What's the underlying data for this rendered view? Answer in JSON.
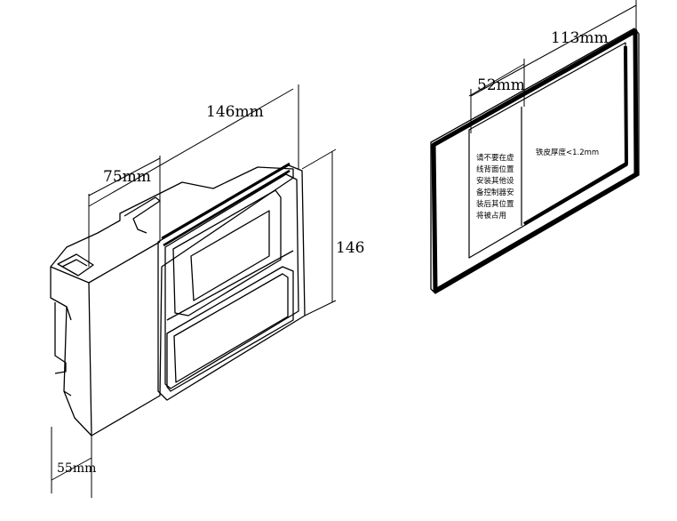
{
  "dimensions": {
    "width_top": "146mm",
    "depth_front": "75mm",
    "height_right": "146",
    "depth_bottom": "55mm",
    "panel_width": "113mm",
    "panel_left": "52mm"
  },
  "panel_note_left": [
    "请不要在虚",
    "线背面位置",
    "安装其他设",
    "备控制器安",
    "装后其位置",
    "将被占用"
  ],
  "panel_note_right": "铁皮厚度<1.2mm",
  "colors": {
    "line": "#000000",
    "background": "#ffffff",
    "dark_frame": "#1a1a1a"
  }
}
